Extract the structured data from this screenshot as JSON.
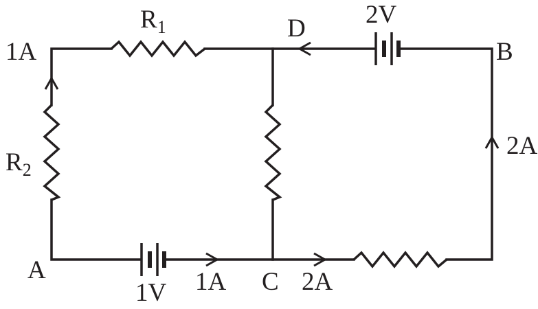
{
  "labels": {
    "node_a": "A",
    "node_b": "B",
    "node_c": "C",
    "node_d": "D",
    "r1": "R",
    "r1_sub": "1",
    "r2": "R",
    "r2_sub": "2",
    "battery_top": "2V",
    "battery_bottom": "1V",
    "current_top_left": "1A",
    "current_bottom_mid": "1A",
    "current_bottom_right": "2A",
    "current_right": "2A"
  }
}
